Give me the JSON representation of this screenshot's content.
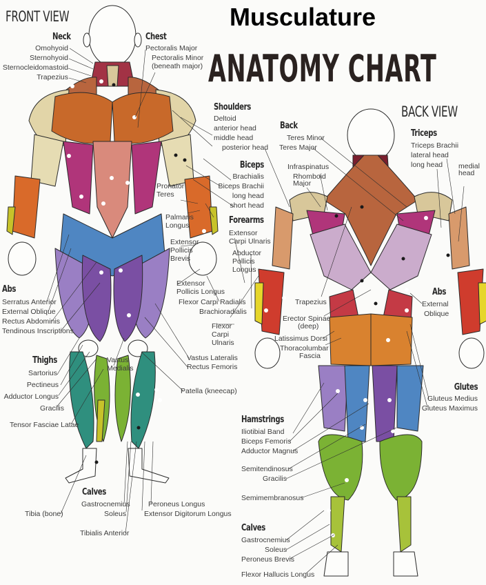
{
  "title": {
    "line1": "Musculature",
    "line2": "ANATOMY CHART"
  },
  "colors": {
    "background": "#fbfbf9",
    "pectoral_orange": "#c8692a",
    "deltoid_cream": "#e2d5a8",
    "abs_pink": "#d98a7c",
    "oblique_magenta": "#b0357a",
    "quad_purple": "#7a4fa3",
    "adductor_blue": "#4f86c2",
    "calf_green": "#7bb234",
    "calf_teal": "#2f8f7e",
    "forearm_red": "#cf3c2d",
    "trapezius_brown": "#b8653e",
    "latissimus_lilac": "#cbaccc",
    "glute_orange": "#d9822f",
    "tibialis_yellow": "#c7c22a"
  },
  "front": {
    "view_label": "FRONT VIEW",
    "neck": {
      "heading": "Neck",
      "items": [
        "Omohyoid",
        "Sternohyoid",
        "Sternocleidomastoid",
        "Trapezius"
      ]
    },
    "chest": {
      "heading": "Chest",
      "items": [
        "Pectoralis Major",
        "Pectoralis Minor",
        "(beneath major)"
      ]
    },
    "shoulders": {
      "heading": "Shoulders",
      "items": [
        "Deltoid",
        "anterior head",
        "middle head",
        "posterior head"
      ]
    },
    "biceps": {
      "heading": "Biceps",
      "items": [
        "Brachialis",
        "Biceps Brachii",
        "long head",
        "short head"
      ]
    },
    "pronator_teres": [
      "Pronator",
      "Teres"
    ],
    "palmaris_longus": [
      "Palmaris",
      "Longus"
    ],
    "forearms": {
      "heading": "Forearms",
      "items": [
        "Extensor",
        "Carpi Ulnaris",
        "Abductor",
        "Pollicis",
        "Longus"
      ]
    },
    "extensor_pollicis_brevis": [
      "Extensor",
      "Pollicis",
      "Brevis"
    ],
    "extensor_pollicis_longus": [
      "Extensor",
      "Pollicis Longus"
    ],
    "flexor_carpi_radialis": "Flexor Carpi Radialis",
    "brachioradialis": "Brachioradialis",
    "flexor_carpi_ulnaris": [
      "Flexor",
      "Carpi",
      "Ulnaris"
    ],
    "abs": {
      "heading": "Abs",
      "items": [
        "Serratus Anterior",
        "External Oblique",
        "Rectus Abdominis",
        "Tendinous Inscriptions"
      ]
    },
    "thighs": {
      "heading": "Thighs",
      "items": [
        "Sartorius",
        "Pectineus",
        "Adductor Longus",
        "Gracilis",
        "Tensor Fasciae Latae"
      ]
    },
    "vastus_medialis": [
      "Vastus",
      "Medialis"
    ],
    "vastus_lateralis": "Vastus Lateralis",
    "rectus_femoris": "Rectus Femoris",
    "patella": "Patella (kneecap)",
    "calves": {
      "heading": "Calves",
      "items": [
        "Gastrocnemius",
        "Soleus",
        "Tibialis Anterior"
      ]
    },
    "tibia": "Tibia (bone)",
    "peroneus_longus": "Peroneus Longus",
    "extensor_digitorum_longus": "Extensor Digitorum Longus"
  },
  "back": {
    "view_label": "BACK VIEW",
    "back": {
      "heading": "Back",
      "items": [
        "Teres Minor",
        "Teres Major"
      ]
    },
    "infraspinatus": "Infraspinatus",
    "rhomboid": [
      "Rhomboid",
      "Major"
    ],
    "triceps": {
      "heading": "Triceps",
      "items": [
        "Triceps Brachii",
        "lateral head",
        "long head"
      ]
    },
    "medial_head": [
      "medial",
      "head"
    ],
    "trapezius": "Trapezius",
    "erector_spinae": [
      "Erector Spinae",
      "(deep)"
    ],
    "latissimus_dorsi": "Latissimus Dorsi",
    "thoracolumbar": [
      "Thoracolumbar",
      "Fascia"
    ],
    "abs": {
      "heading": "Abs",
      "items": [
        "External",
        "Oblique"
      ]
    },
    "glutes": {
      "heading": "Glutes",
      "items": [
        "Gluteus Medius",
        "Gluteus Maximus"
      ]
    },
    "hamstrings": {
      "heading": "Hamstrings",
      "items": [
        "Iliotibial Band",
        "Biceps Femoris",
        "Adductor Magnus",
        "Semitendinosus",
        "Gracilis",
        "Semimembranosus"
      ]
    },
    "calves": {
      "heading": "Calves",
      "items": [
        "Gastrocnemius",
        "Soleus",
        "Peroneus Brevis",
        "Flexor Hallucis Longus"
      ]
    }
  }
}
